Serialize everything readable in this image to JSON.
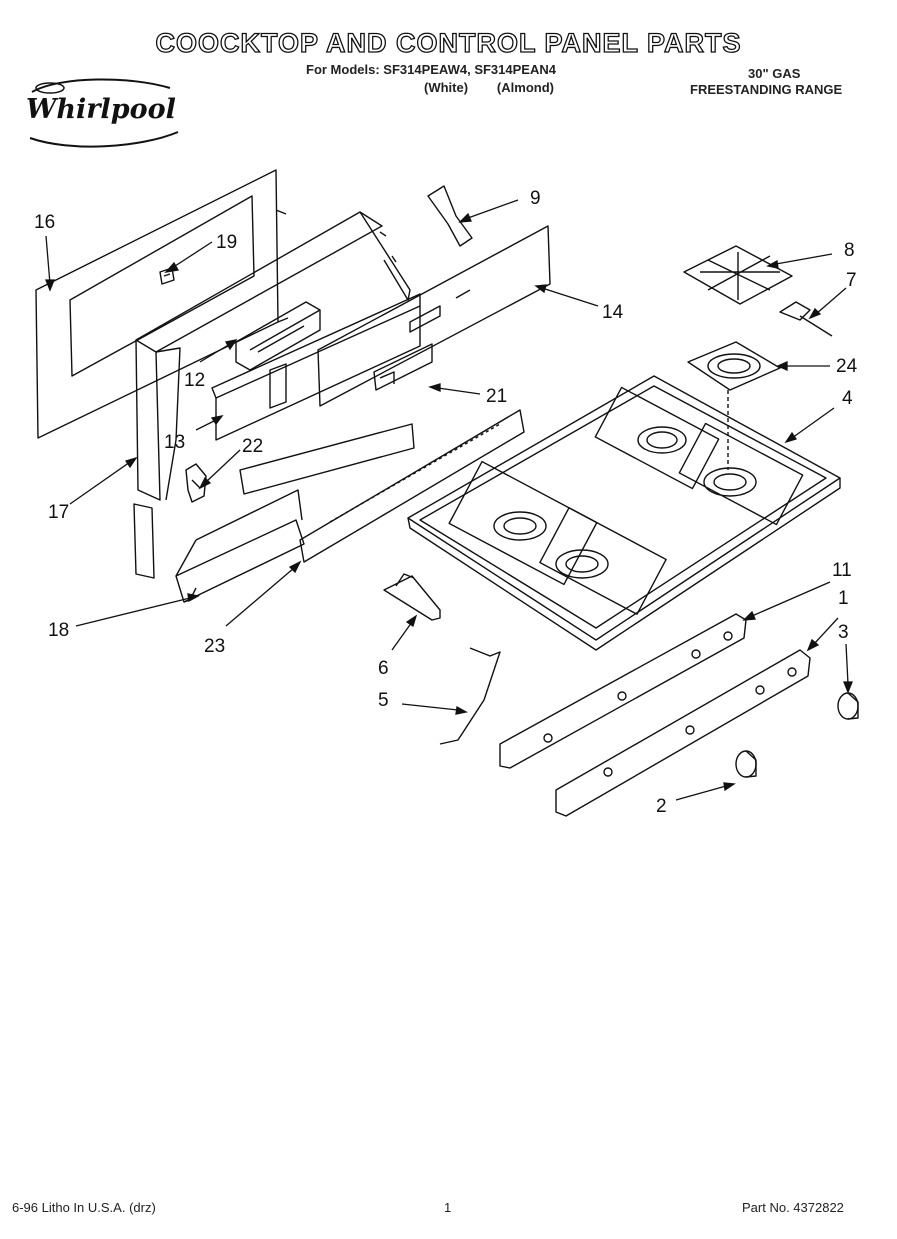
{
  "header": {
    "title": "COOCKTOP AND CONTROL PANEL PARTS",
    "models_line": "For Models: SF314PEAW4, SF314PEAN4",
    "variants_line": "(White)        (Almond)",
    "product_line1": "30\" GAS",
    "product_line2": "FREESTANDING RANGE"
  },
  "logo": {
    "brand": "Whirlpool",
    "icon": "whirlpool-logo"
  },
  "callouts": [
    "1",
    "2",
    "3",
    "4",
    "5",
    "6",
    "7",
    "8",
    "9",
    "11",
    "12",
    "13",
    "14",
    "16",
    "17",
    "18",
    "19",
    "21",
    "22",
    "23",
    "24"
  ],
  "footer": {
    "litho": "6-96 Litho In U.S.A. (drz)",
    "page": "1",
    "part_no": "Part No. 4372822"
  }
}
